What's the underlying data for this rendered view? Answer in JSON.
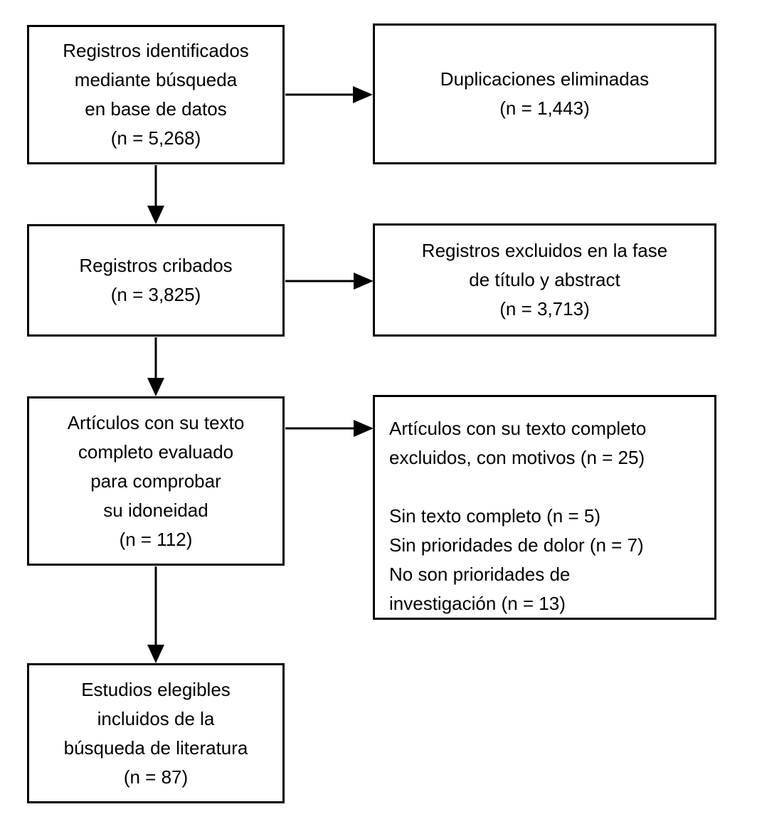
{
  "flowchart": {
    "boxes": {
      "identified": {
        "text": "Registros identificados\nmediante búsqueda\nen base de datos\n(n = 5,268)",
        "n": "5,268"
      },
      "duplicates_removed": {
        "text": "Duplicaciones eliminadas\n(n = 1,443)",
        "n": "1,443"
      },
      "screened": {
        "text": "Registros cribados\n(n = 3,825)",
        "n": "3,825"
      },
      "excluded_title_abstract": {
        "text": "Registros excluidos en la fase\nde título y abstract\n(n = 3,713)",
        "n": "3,713"
      },
      "fulltext_assessed": {
        "text": "Artículos con su texto\ncompleto evaluado\npara comprobar\nsu idoneidad\n(n = 112)",
        "n": "112"
      },
      "fulltext_excluded": {
        "text": "Artículos con su texto completo\nexcluidos, con motivos (n = 25)\n\nSin texto completo (n = 5)\nSin prioridades de dolor (n = 7)\nNo son prioridades de\ninvestigación (n = 13)",
        "n": "25"
      },
      "included": {
        "text": "Estudios elegibles\nincluidos de la\nbúsqueda de literatura\n(n = 87)",
        "n": "87"
      }
    },
    "colors": {
      "line": "#000000",
      "background": "#ffffff",
      "text": "#000000"
    }
  }
}
